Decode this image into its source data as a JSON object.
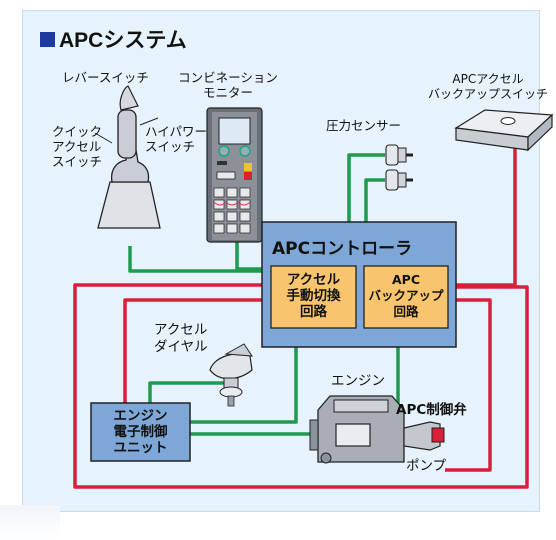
{
  "title": "APCシステム",
  "labels": {
    "lever_switch": "レバースイッチ",
    "combination_monitor": "コンビネーション\nモニター",
    "quick_accel_switch": "クイック\nアクセル\nスイッチ",
    "high_power_switch": "ハイパワー\nスイッチ",
    "pressure_sensor": "圧力センサー",
    "apc_accel_backup_switch": "APCアクセル\nバックアップスイッチ",
    "accel_dial": "アクセル\nダイヤル",
    "engine": "エンジン",
    "apc_control_valve": "APC制御弁",
    "pump": "ポンプ"
  },
  "controller": {
    "title": "APCコントローラ",
    "circuit_left": "アクセル\n手動切換\n回路",
    "circuit_right": "APC\nバックアップ\n回路"
  },
  "ecu": {
    "label": "エンジン\n電子制御\nユニット"
  },
  "colors": {
    "panel_bg": "#e6f2fc",
    "title_square": "#1e3a9c",
    "controller_fill": "#7ea6d6",
    "circuit_fill": "#f8c56e",
    "ecu_fill": "#7ea6d6",
    "wire_green": "#1f9a4f",
    "wire_red": "#d8203a"
  }
}
